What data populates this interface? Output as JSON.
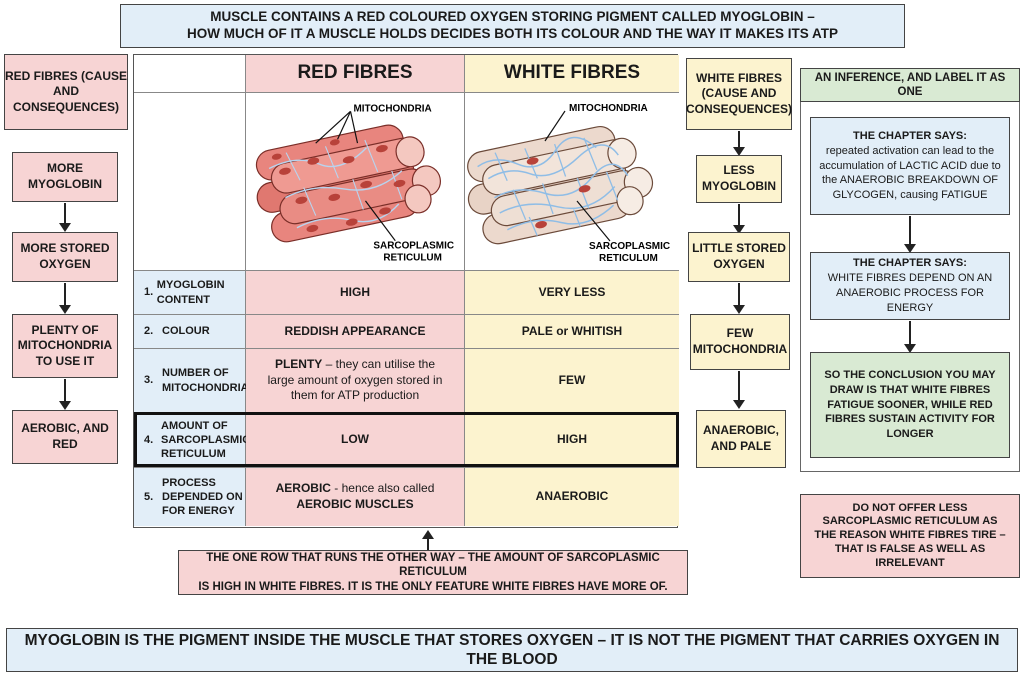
{
  "top_title": {
    "line1": "MUSCLE CONTAINS A RED COLOURED OXYGEN STORING PIGMENT CALLED MYOGLOBIN –",
    "line2": "HOW MUCH OF IT A MUSCLE HOLDS DECIDES BOTH ITS COLOUR AND THE WAY IT MAKES ITS ATP"
  },
  "red_flow": {
    "header": "RED FIBRES (CAUSE AND CONSEQUENCES)",
    "steps": [
      "MORE MYOGLOBIN",
      "MORE STORED OXYGEN",
      "PLENTY OF MITOCHONDRIA TO USE IT",
      "AEROBIC, AND RED"
    ]
  },
  "white_flow": {
    "header": "WHITE FIBRES (CAUSE AND CONSEQUENCES)",
    "steps": [
      "LESS MYOGLOBIN",
      "LITTLE STORED OXYGEN",
      "FEW MITOCHONDRIA",
      "ANAEROBIC, AND PALE"
    ]
  },
  "table": {
    "col_red": "RED FIBRES",
    "col_white": "WHITE FIBRES",
    "illustration_labels": {
      "mitochondria": "MITOCHONDRIA",
      "sarco_line1": "SARCOPLASMIC",
      "sarco_line2": "RETICULUM"
    },
    "rows": [
      {
        "num": "1.",
        "feature": "MYOGLOBIN CONTENT",
        "red": "HIGH",
        "white": "VERY LESS"
      },
      {
        "num": "2.",
        "feature": "COLOUR",
        "red": "REDDISH APPEARANCE",
        "white": "PALE or WHITISH"
      },
      {
        "num": "3.",
        "feature": "NUMBER OF MITOCHONDRIA",
        "red_strong": "PLENTY",
        "red_rest": " – they can utilise the large amount of oxygen stored in them for ATP production",
        "white": "FEW"
      },
      {
        "num": "4.",
        "feature": "AMOUNT OF SARCOPLASMIC RETICULUM",
        "red": "LOW",
        "white": "HIGH"
      },
      {
        "num": "5.",
        "feature": "PROCESS DEPENDED ON FOR ENERGY",
        "red_strong": "AEROBIC",
        "red_rest": " - hence also called",
        "red_line2": "AEROBIC MUSCLES",
        "white": "ANAEROBIC"
      }
    ]
  },
  "note": {
    "line1": "THE ONE ROW THAT RUNS THE OTHER WAY – THE AMOUNT OF SARCOPLASMIC RETICULUM",
    "line2": "IS HIGH IN WHITE FIBRES. IT IS THE ONLY FEATURE WHITE FIBRES HAVE MORE OF."
  },
  "inference": {
    "header": "AN INFERENCE, AND LABEL IT AS ONE",
    "box1_title": "THE CHAPTER SAYS:",
    "box1_text": "repeated activation can lead to the accumulation of LACTIC ACID due to the ANAEROBIC BREAKDOWN OF GLYCOGEN, causing FATIGUE",
    "box2_title": "THE CHAPTER SAYS:",
    "box2_text": "WHITE FIBRES DEPEND ON AN ANAEROBIC PROCESS FOR ENERGY",
    "box3_text": "SO THE CONCLUSION YOU MAY DRAW IS THAT WHITE FIBRES FATIGUE SOONER, WHILE RED FIBRES SUSTAIN ACTIVITY FOR LONGER"
  },
  "warning": "DO NOT OFFER LESS SARCOPLASMIC RETICULUM AS THE REASON WHITE FIBRES TIRE – THAT IS FALSE AS WELL AS IRRELEVANT",
  "bottom_banner": "MYOGLOBIN IS THE PIGMENT INSIDE THE MUSCLE THAT STORES OXYGEN – IT IS NOT THE PIGMENT THAT CARRIES OXYGEN IN THE BLOOD",
  "colors": {
    "blue": "#e2eef8",
    "pink": "#f7d4d4",
    "yellow": "#fcf3cf",
    "green": "#d9ead3"
  }
}
